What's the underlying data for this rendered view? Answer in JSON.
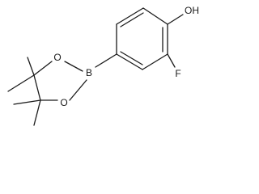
{
  "structure": {
    "atoms": {
      "hydroxyl": "OH",
      "fluorine": "F",
      "boron": "B",
      "ring_oxygen_top": "O",
      "ring_oxygen_bottom": "O"
    },
    "colors": {
      "bond": "#1a1a1a",
      "text": "#1a1a1a",
      "background": "#ffffff"
    }
  }
}
